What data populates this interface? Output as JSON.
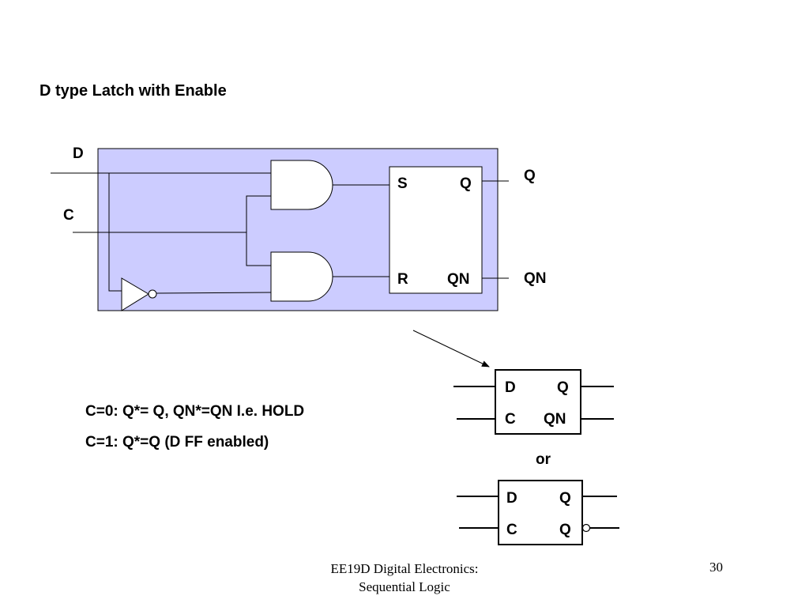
{
  "title": "D type Latch with Enable",
  "colors": {
    "latch_box_fill": "#ccccff",
    "line": "#000000"
  },
  "circuit": {
    "inputs": {
      "d": "D",
      "c": "C"
    },
    "outputs": {
      "q": "Q",
      "qn": "QN"
    },
    "sr_block": {
      "s": "S",
      "q": "Q",
      "r": "R",
      "qn": "QN"
    }
  },
  "symbol_1": {
    "d": "D",
    "q": "Q",
    "c": "C",
    "qn": "QN"
  },
  "or_label": "or",
  "symbol_2": {
    "d": "D",
    "q": "Q",
    "c": "C",
    "qbar": "Q"
  },
  "notes": [
    "C=0: Q*= Q, QN*=QN I.e. HOLD",
    "C=1: Q*=Q (D FF enabled)"
  ],
  "footer": {
    "line1": "EE19D Digital Electronics:",
    "line2": "Sequential Logic",
    "page_number": "30"
  }
}
